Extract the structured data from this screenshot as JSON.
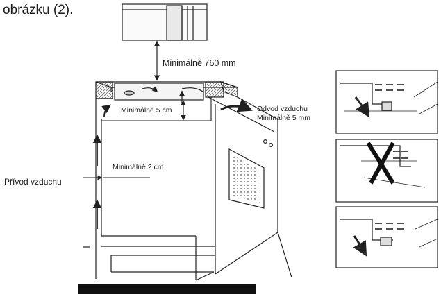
{
  "text": {
    "top_partial": "obrázku (2).",
    "min_760": "Minimálně 760 mm",
    "min_5cm": "Minimálně 5 cm",
    "odvod_line1": "Odvod vzduchu",
    "odvod_line2": "Minimálně 5 mm",
    "min_2cm": "Minimálně 2 cm",
    "privod": "Přívod vzduchu"
  },
  "colors": {
    "line": "#222222",
    "hatch": "#666666",
    "floor": "#111111",
    "cross": "#111111"
  },
  "icons": {
    "panel_ok_1": "tick-arrow-icon",
    "panel_wrong": "cross-mark-icon",
    "panel_ok_2": "tick-arrow-icon"
  }
}
